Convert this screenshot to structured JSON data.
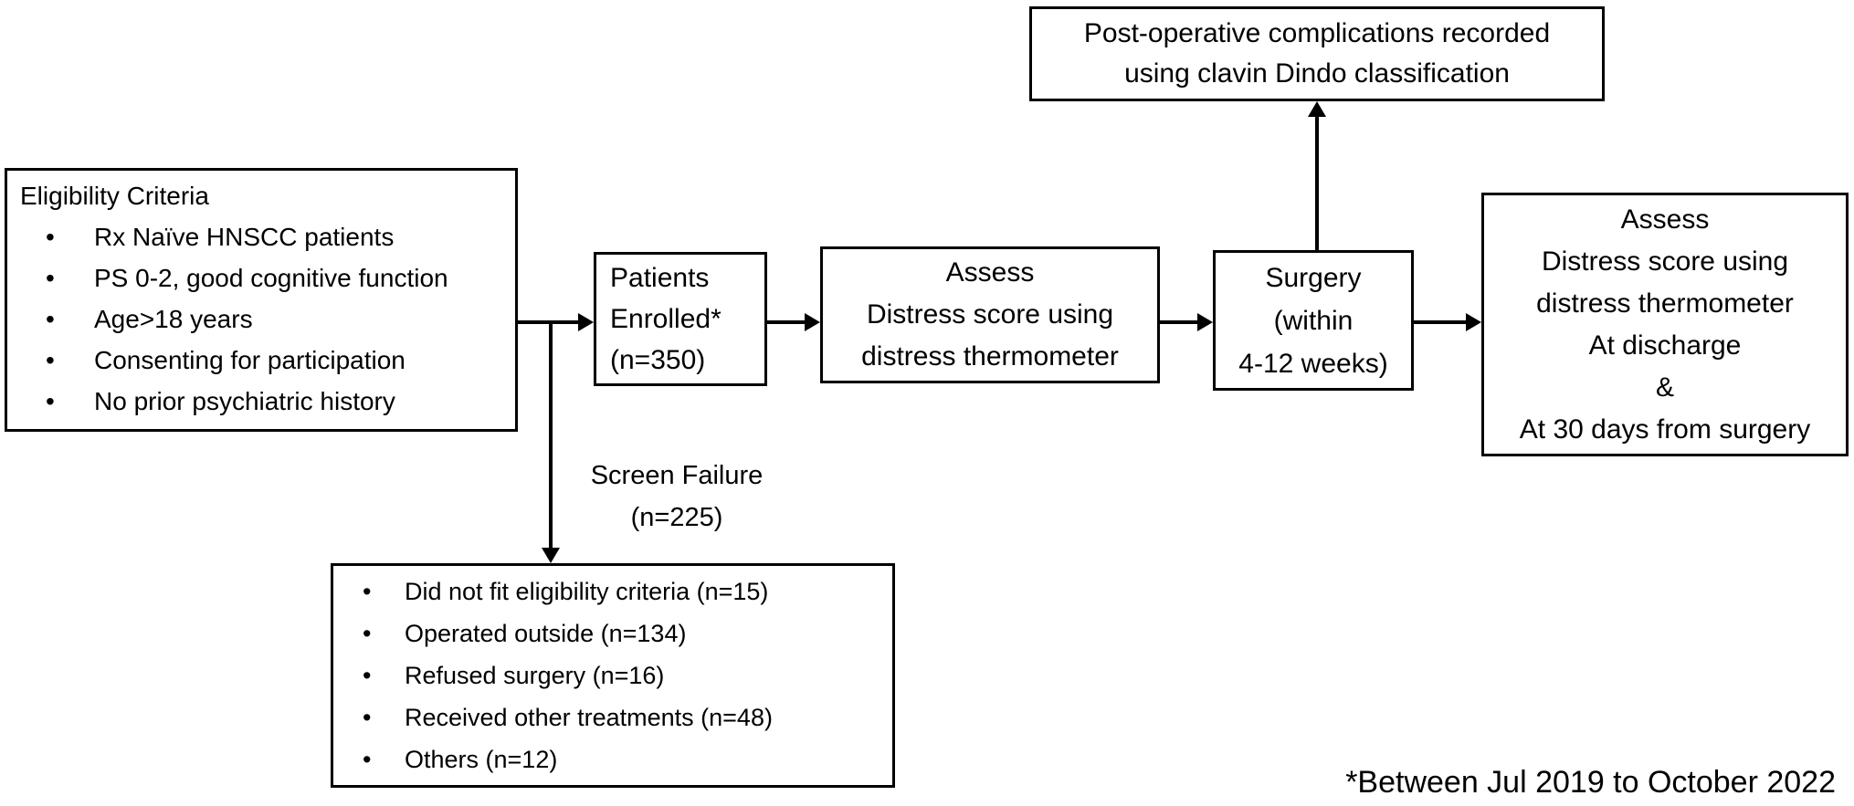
{
  "diagram": {
    "colors": {
      "text": "#000000",
      "border": "#000000",
      "background": "#ffffff"
    },
    "top_box": {
      "lines": [
        "Post-operative complications recorded",
        "using clavin Dindo classification"
      ]
    },
    "eligibility_box": {
      "title": "Eligibility Criteria",
      "bullets": [
        "Rx Naïve HNSCC patients",
        "PS 0-2, good cognitive function",
        "Age>18 years",
        "Consenting for participation",
        "No prior psychiatric history"
      ]
    },
    "enrolled_box": {
      "lines": [
        "Patients",
        "Enrolled*",
        "(n=350)"
      ]
    },
    "assess_preop_box": {
      "lines": [
        "Assess",
        "Distress score using",
        "distress thermometer"
      ]
    },
    "surgery_box": {
      "lines": [
        "Surgery",
        "(within",
        "4-12 weeks)"
      ]
    },
    "assess_postop_box": {
      "lines": [
        "Assess",
        "Distress score using",
        "distress thermometer",
        "At discharge",
        "&",
        "At 30 days from surgery"
      ]
    },
    "screen_failure_label": {
      "lines": [
        "Screen Failure",
        "(n=225)"
      ]
    },
    "screen_failure_box": {
      "bullets": [
        "Did not fit eligibility criteria (n=15)",
        "Operated outside (n=134)",
        "Refused surgery (n=16)",
        "Received other treatments (n=48)",
        "Others (n=12)"
      ]
    },
    "footnote": "*Between Jul 2019 to October 2022"
  }
}
